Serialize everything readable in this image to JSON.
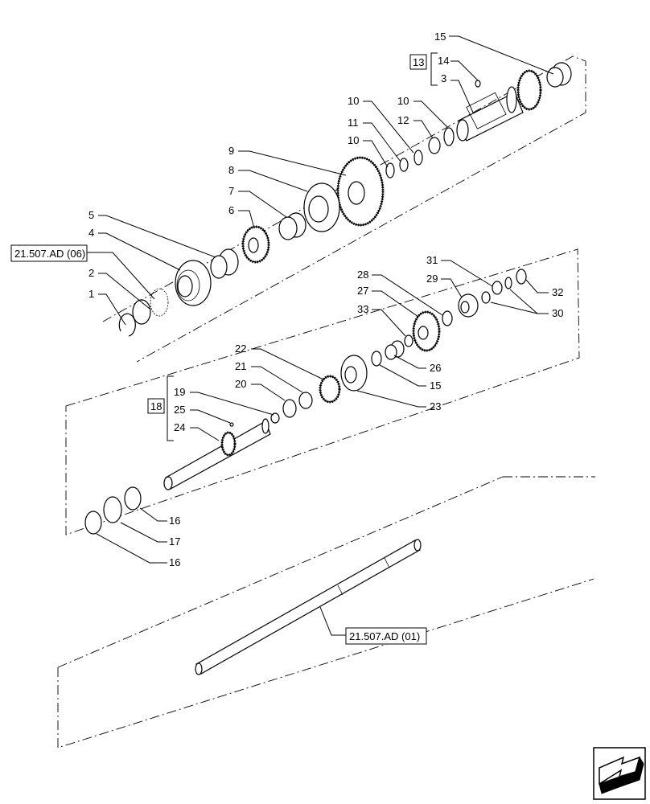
{
  "labels": {
    "l1": "1",
    "l2": "2",
    "l3": "3",
    "l4": "4",
    "l5": "5",
    "l6": "6",
    "l7": "7",
    "l8": "8",
    "l9": "9",
    "l10a": "10",
    "l10b": "10",
    "l10c": "10",
    "l11": "11",
    "l12": "12",
    "l13": "13",
    "l14": "14",
    "l15a": "15",
    "l15b": "15",
    "l16a": "16",
    "l16b": "16",
    "l17": "17",
    "l18": "18",
    "l19": "19",
    "l20": "20",
    "l21": "21",
    "l22": "22",
    "l23": "23",
    "l24": "24",
    "l25": "25",
    "l26": "26",
    "l27": "27",
    "l28": "28",
    "l29": "29",
    "l30": "30",
    "l31": "31",
    "l32": "32",
    "l33": "33"
  },
  "references": {
    "ref_top": "21.507.AD (06)",
    "ref_bottom": "21.507.AD (01)"
  },
  "nav_icon": "arrow-navigation-icon"
}
